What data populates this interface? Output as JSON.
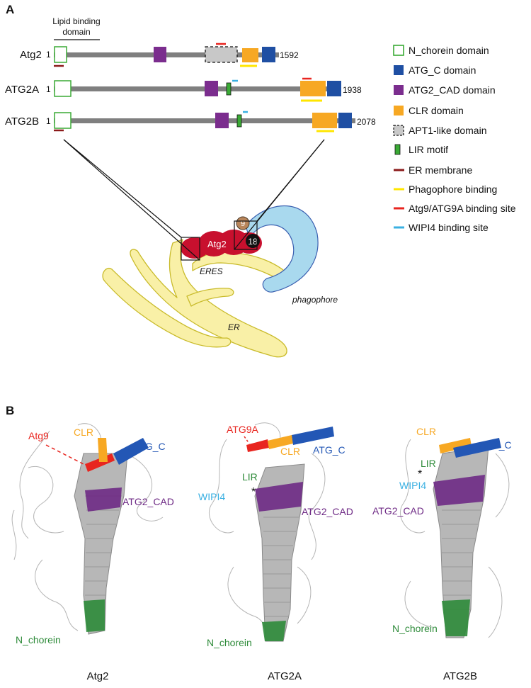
{
  "panel_a": {
    "label": "A",
    "lipid_binding_label": "Lipid binding domain",
    "lipid_binding_lines": [
      "Lipid binding",
      "domain"
    ],
    "proteins": [
      {
        "name": "Atg2",
        "start": "1",
        "end": "1592"
      },
      {
        "name": "ATG2A",
        "start": "1",
        "end": "1938"
      },
      {
        "name": "ATG2B",
        "start": "1",
        "end": "2078"
      }
    ],
    "legend": [
      {
        "label": "N_chorein domain",
        "style": "outline",
        "color": "#3aaa35"
      },
      {
        "label": "ATG_C domain",
        "style": "box",
        "color": "#1f4fa3"
      },
      {
        "label": "ATG2_CAD domain",
        "style": "box",
        "color": "#7b2d8e"
      },
      {
        "label": "CLR domain",
        "style": "box",
        "color": "#f7a823"
      },
      {
        "label": "APT1-like domain",
        "style": "dashed",
        "color": "#c8c8c8"
      },
      {
        "label": "LIR motif",
        "style": "thin",
        "color": "#3aaa35"
      },
      {
        "label": "ER membrane",
        "style": "line",
        "color": "#8b1a1a"
      },
      {
        "label": "Phagophore binding",
        "style": "line",
        "color": "#ffe600"
      },
      {
        "label": "Atg9/ATG9A binding site",
        "style": "line",
        "color": "#e8251f"
      },
      {
        "label": "WIPI4 binding site",
        "style": "line",
        "color": "#3ab0e2"
      }
    ],
    "schematic": {
      "protein_label": "Atg2",
      "badge_top": "9",
      "badge_bottom": "18",
      "eres_label": "ERES",
      "phagophore_label": "phagophore",
      "er_label": "ER"
    }
  },
  "panel_b": {
    "label": "B",
    "structures": [
      {
        "caption": "Atg2",
        "labels": {
          "atg9": "Atg9",
          "clr": "CLR",
          "atgc": "ATG_C",
          "cad": "ATG2_CAD",
          "nchorein": "N_chorein"
        }
      },
      {
        "caption": "ATG2A",
        "labels": {
          "atg9": "ATG9A",
          "clr": "CLR",
          "atgc": "ATG_C",
          "lir": "LIR",
          "wipi4": "WIPI4",
          "cad": "ATG2_CAD",
          "nchorein": "N_chorein"
        }
      },
      {
        "caption": "ATG2B",
        "labels": {
          "clr": "CLR",
          "atgc": "ATG_C",
          "lir": "LIR",
          "wipi4": "WIPI4",
          "cad": "ATG2_CAD",
          "nchorein": "N_chorein"
        }
      }
    ],
    "asterisk": "*"
  },
  "colors": {
    "gray_bar": "#7f7f7f",
    "n_chorein": "#3aaa35",
    "atg_c": "#1f4fa3",
    "cad": "#7b2d8e",
    "clr": "#f7a823",
    "er_membrane": "#8b1a1a",
    "phagophore_binding": "#ffe600",
    "atg9_site": "#e8251f",
    "wipi4_site": "#3ab0e2",
    "atg2_body": "#c8102e",
    "phagophore": "#a9d9ee",
    "er": "#f9f0a7"
  }
}
